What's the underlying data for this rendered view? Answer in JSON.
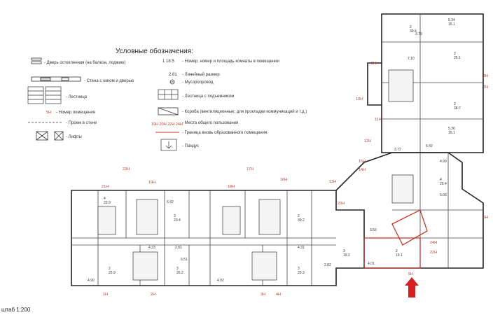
{
  "legend": {
    "title": "Условные обозначения:",
    "items_left": [
      {
        "symbol": "glazed-door",
        "label": "- Дверь остекленная (на балкон, лоджию)"
      },
      {
        "symbol": "wall-window-door",
        "label": "- Стена с окном и дверью"
      },
      {
        "symbol": "stairs",
        "label": "- Лестница"
      },
      {
        "symbol": "room-number",
        "code": "5Н",
        "label": "- Номер помещения"
      },
      {
        "symbol": "wall-opening",
        "label": "- Проем в стене"
      },
      {
        "symbol": "lifts",
        "label": "- Лифты"
      }
    ],
    "items_right": [
      {
        "symbol": "room-area",
        "code": "1  18.5",
        "label": "- Номер; номер и площадь комнаты в помещении"
      },
      {
        "symbol": "dimension",
        "code": "2.81",
        "label": "- Линейный размер"
      },
      {
        "symbol": "chute",
        "label": "- Мусоропровод"
      },
      {
        "symbol": "stairs-landing",
        "label": "- Лестница с подъемником"
      },
      {
        "symbol": "duct",
        "label": "- Короба (вентиляционные; для прокладки коммуникаций и т.д.)"
      },
      {
        "symbol": "common-places",
        "code": "19Н 20Н 22Н 24Н",
        "label": "- Места общего пользования"
      },
      {
        "symbol": "boundary",
        "label": "- Граница вновь образованного помещения"
      },
      {
        "symbol": "ramp",
        "label": "- Пандус"
      }
    ]
  },
  "unit_labels": [
    "1Н",
    "2Н",
    "3Н",
    "4Н",
    "5Н",
    "6Н",
    "7Н",
    "8Н",
    "9Н",
    "10Н",
    "11Н",
    "12Н",
    "13Н",
    "14Н",
    "15Н",
    "16Н",
    "17Н",
    "18Н",
    "19Н",
    "20Н",
    "21Н",
    "22Н",
    "23Н",
    "24Н"
  ],
  "room_labels": {
    "r1": "2\n39.4",
    "r2": "5.34\n15.1",
    "r3": "2\n25.1",
    "r4": "3.79",
    "r5": "7.10",
    "r6": "2\n38.7",
    "r7": "5.36\n15.1",
    "r8": "4\n20.4",
    "r9": "4.99",
    "r10": "6.42",
    "r11": "3\n19.2",
    "r12": "4\n23.9",
    "r13": "3\n20.4",
    "r14": "2\n39.2",
    "r15": "6.42",
    "r16": "4.23",
    "r17": "2.81",
    "r18": "6.51",
    "r19": "3\n26.2",
    "r20": "4.31",
    "r21": "2\n25.9",
    "r22": "3\n25.3",
    "r23": "4.90",
    "r24": "4.92",
    "r25": "4.01",
    "r26": "2\n19.1",
    "r27": "5.06",
    "r28": "2.82",
    "r29": "3.50",
    "r30": "3.72"
  },
  "scale": "штаб 1:200",
  "arrow_label": "5Н"
}
